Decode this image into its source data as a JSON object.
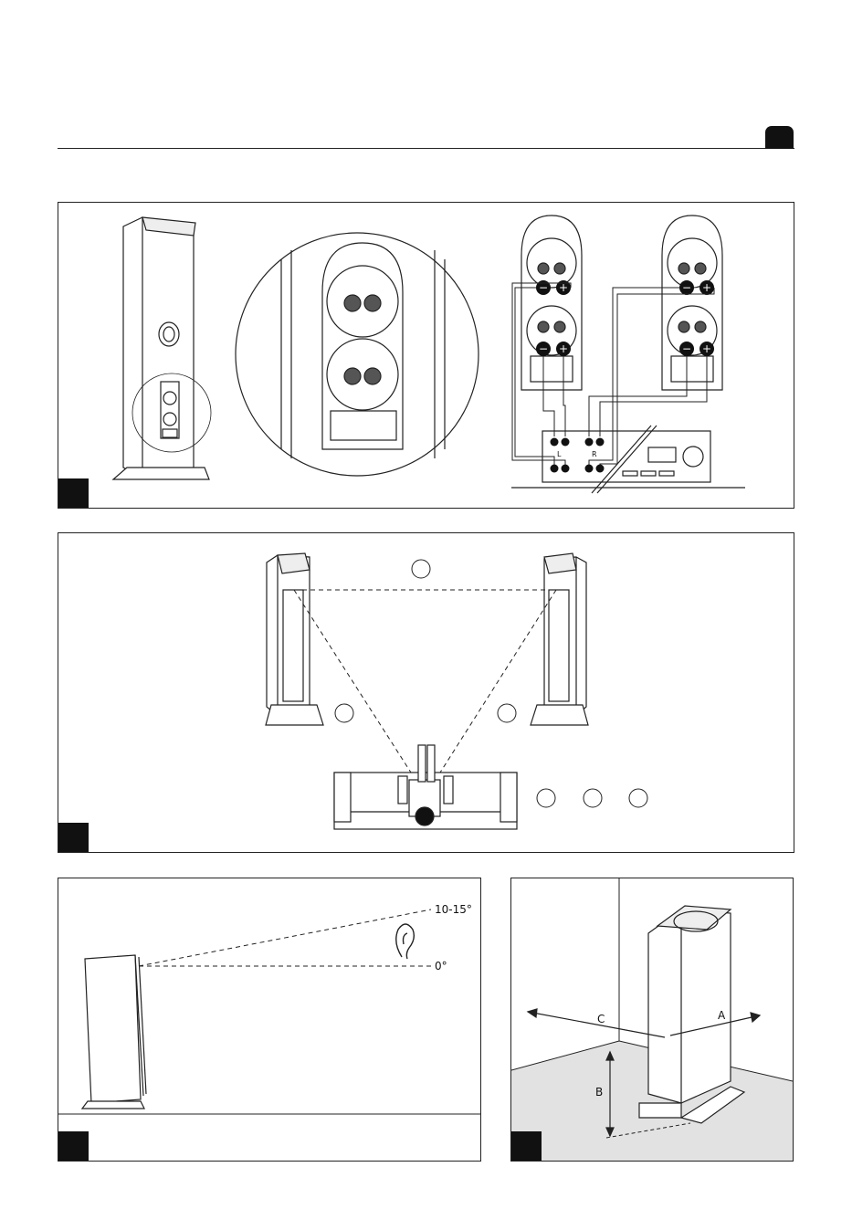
{
  "labels": {
    "angle_top": "10-15°",
    "angle_zero": "0°",
    "dim_a": "A",
    "dim_b": "B",
    "dim_c": "C",
    "term_l": "L",
    "term_r": "R"
  }
}
